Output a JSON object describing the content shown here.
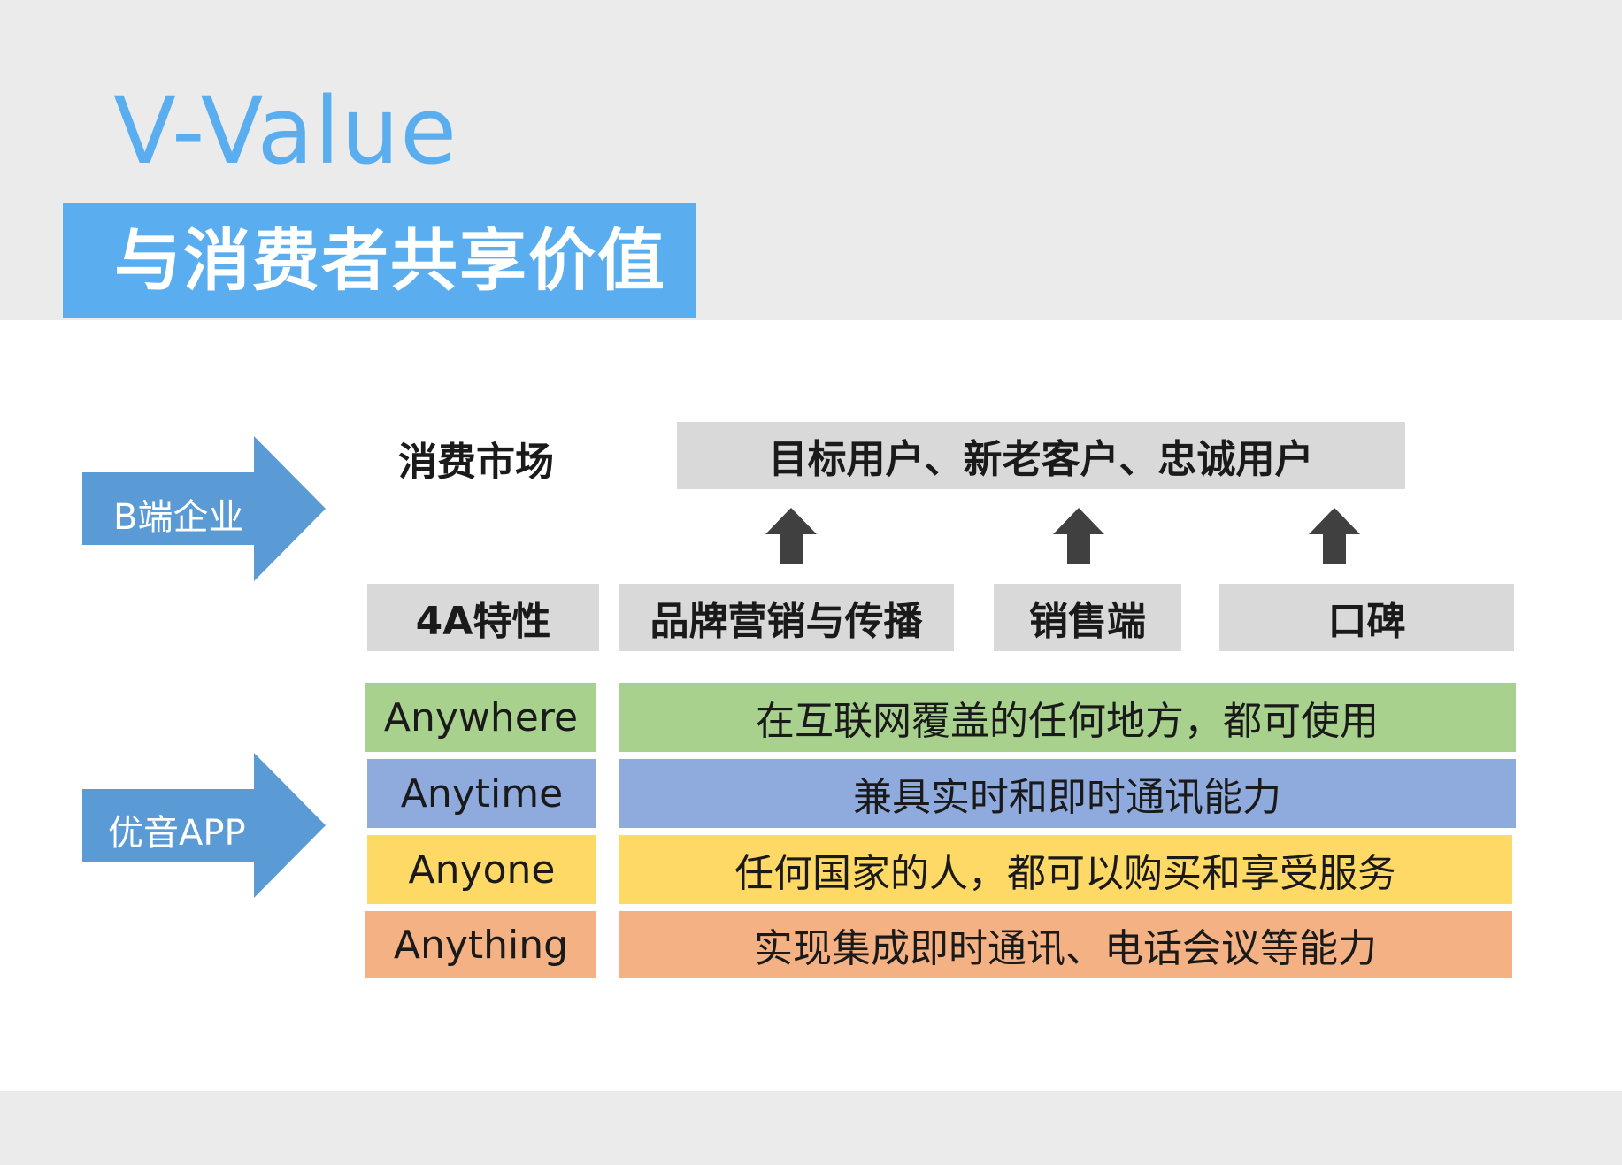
{
  "header": {
    "title": "V-Value",
    "subtitle": "与消费者共享价值"
  },
  "colors": {
    "accent_blue": "#5aaef0",
    "arrow_blue": "#5b9bd5",
    "gray_box": "#d9d9d9",
    "green": "#a9d18e",
    "blue": "#8faadc",
    "yellow": "#ffd966",
    "orange": "#f4b183"
  },
  "arrows": {
    "b_enterprise": "B端企业",
    "app": "优音APP"
  },
  "market": {
    "label": "消费市场",
    "targets": "目标用户、新老客户、忠诚用户"
  },
  "headers": {
    "features": "4A特性",
    "branding": "品牌营销与传播",
    "sales": "销售端",
    "reputation": "口碑"
  },
  "rows": [
    {
      "feature": "Anywhere",
      "description": "在互联网覆盖的任何地方，都可使用",
      "color": "#a9d18e"
    },
    {
      "feature": "Anytime",
      "description": "兼具实时和即时通讯能力",
      "color": "#8faadc"
    },
    {
      "feature": "Anyone",
      "description": "任何国家的人，都可以购买和享受服务",
      "color": "#ffd966"
    },
    {
      "feature": "Anything",
      "description": "实现集成即时通讯、电话会议等能力",
      "color": "#f4b183"
    }
  ]
}
